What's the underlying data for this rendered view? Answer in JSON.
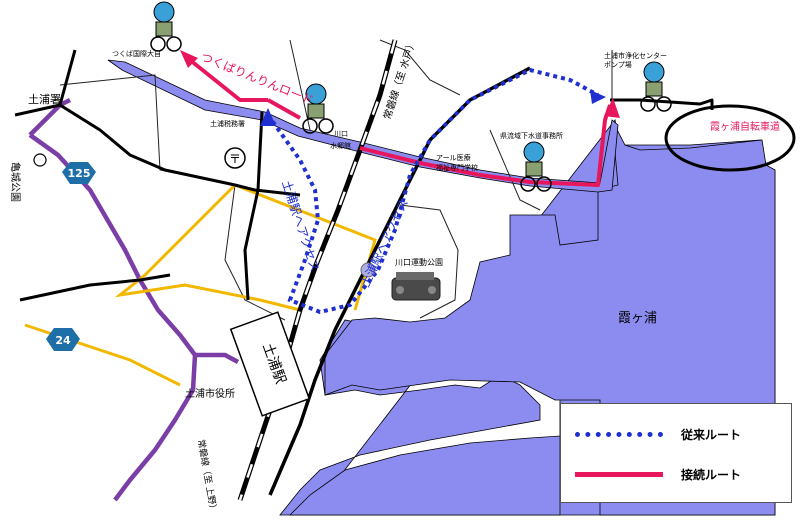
{
  "colors": {
    "water": "#8c8cf0",
    "land_outline": "#000000",
    "rail": "#000000",
    "road_purple": "#7a3ea6",
    "road_orange": "#f2b800",
    "old_route": "#1f2fd0",
    "connect_route": "#e8175d",
    "text_red": "#e8175d",
    "text_blue": "#1f2fd0"
  },
  "labels": {
    "tsuchiura_sho": "土浦署",
    "kijo_koen": "亀城公園",
    "tsukuba_trailhead": "つくば国際大自",
    "tsukuba_ring_road": "つくばりんりんロード",
    "tsuchiura_library": "土浦税務署",
    "kawaguchi": "川口",
    "water_hall": "水郷館",
    "joban_line_mito": "常磐線（至 水戸）",
    "sewage_office": "県流域下水道事務所",
    "medical_school": "アール医療",
    "welfare_school": "福祉専門学校",
    "pump_station_1": "土浦市浄化センター",
    "pump_station_2": "ポンプ場",
    "kasumigaura_path": "霞ヶ浦自転車道",
    "kawaguchi_park": "川口運動公園",
    "station_access_left": "土浦駅へアクセス",
    "station_access_right": "土浦駅へアクセス",
    "tsuchiura_station": "土浦駅",
    "city_hall": "土浦市役所",
    "joban_line_ueno": "常磐線（至 上野）",
    "kasumigaura_lake": "霞ヶ浦",
    "post_office_mark": "〒"
  },
  "route_numbers": {
    "route_125": "125",
    "route_24": "24"
  },
  "legend": {
    "old_route_label": "従来ルート",
    "connect_route_label": "接続ルート"
  }
}
